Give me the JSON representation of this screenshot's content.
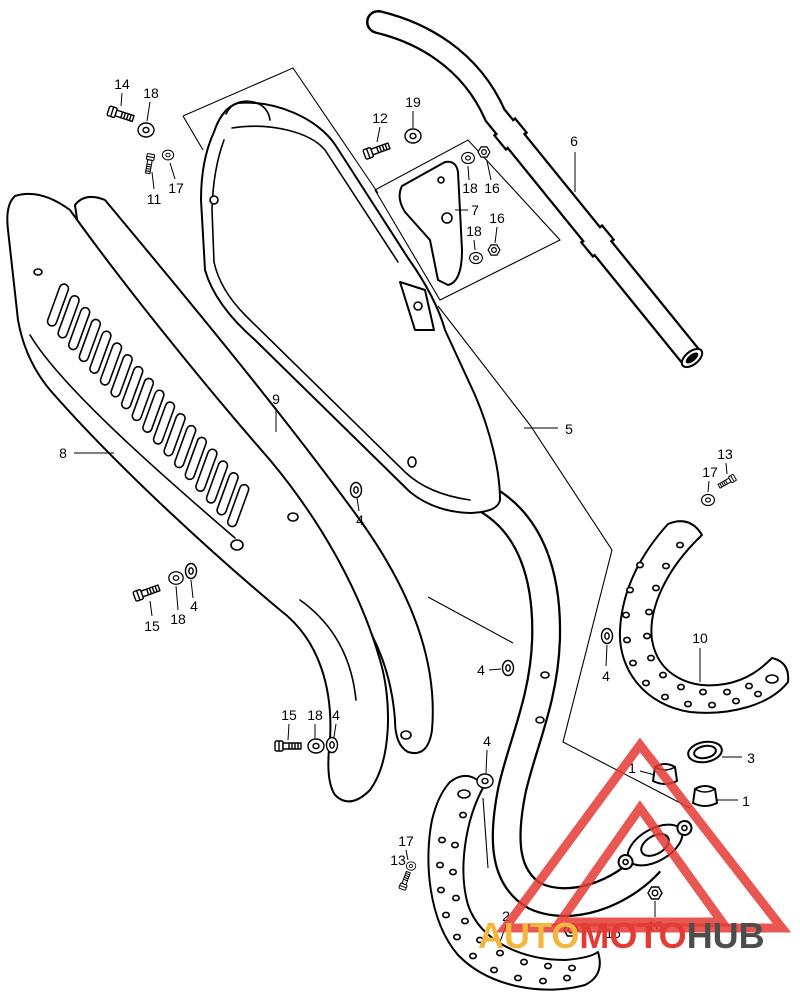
{
  "callouts": [
    "14",
    "18",
    "12",
    "19",
    "11",
    "17",
    "6",
    "18",
    "16",
    "7",
    "16",
    "18",
    "9",
    "5",
    "8",
    "4",
    "13",
    "17",
    "15",
    "18",
    "4",
    "10",
    "4",
    "4",
    "15",
    "18",
    "4",
    "4",
    "3",
    "1",
    "1",
    "17",
    "13",
    "2",
    "16",
    "16"
  ],
  "watermark": {
    "auto": "AUTO",
    "moto": "MOTO",
    "hub": "HUB"
  },
  "colors": {
    "line": "#000000",
    "background": "#ffffff",
    "watermark_red": "#e53935",
    "watermark_yellow": "#f4b63f",
    "watermark_gray": "#4d4d4d"
  }
}
